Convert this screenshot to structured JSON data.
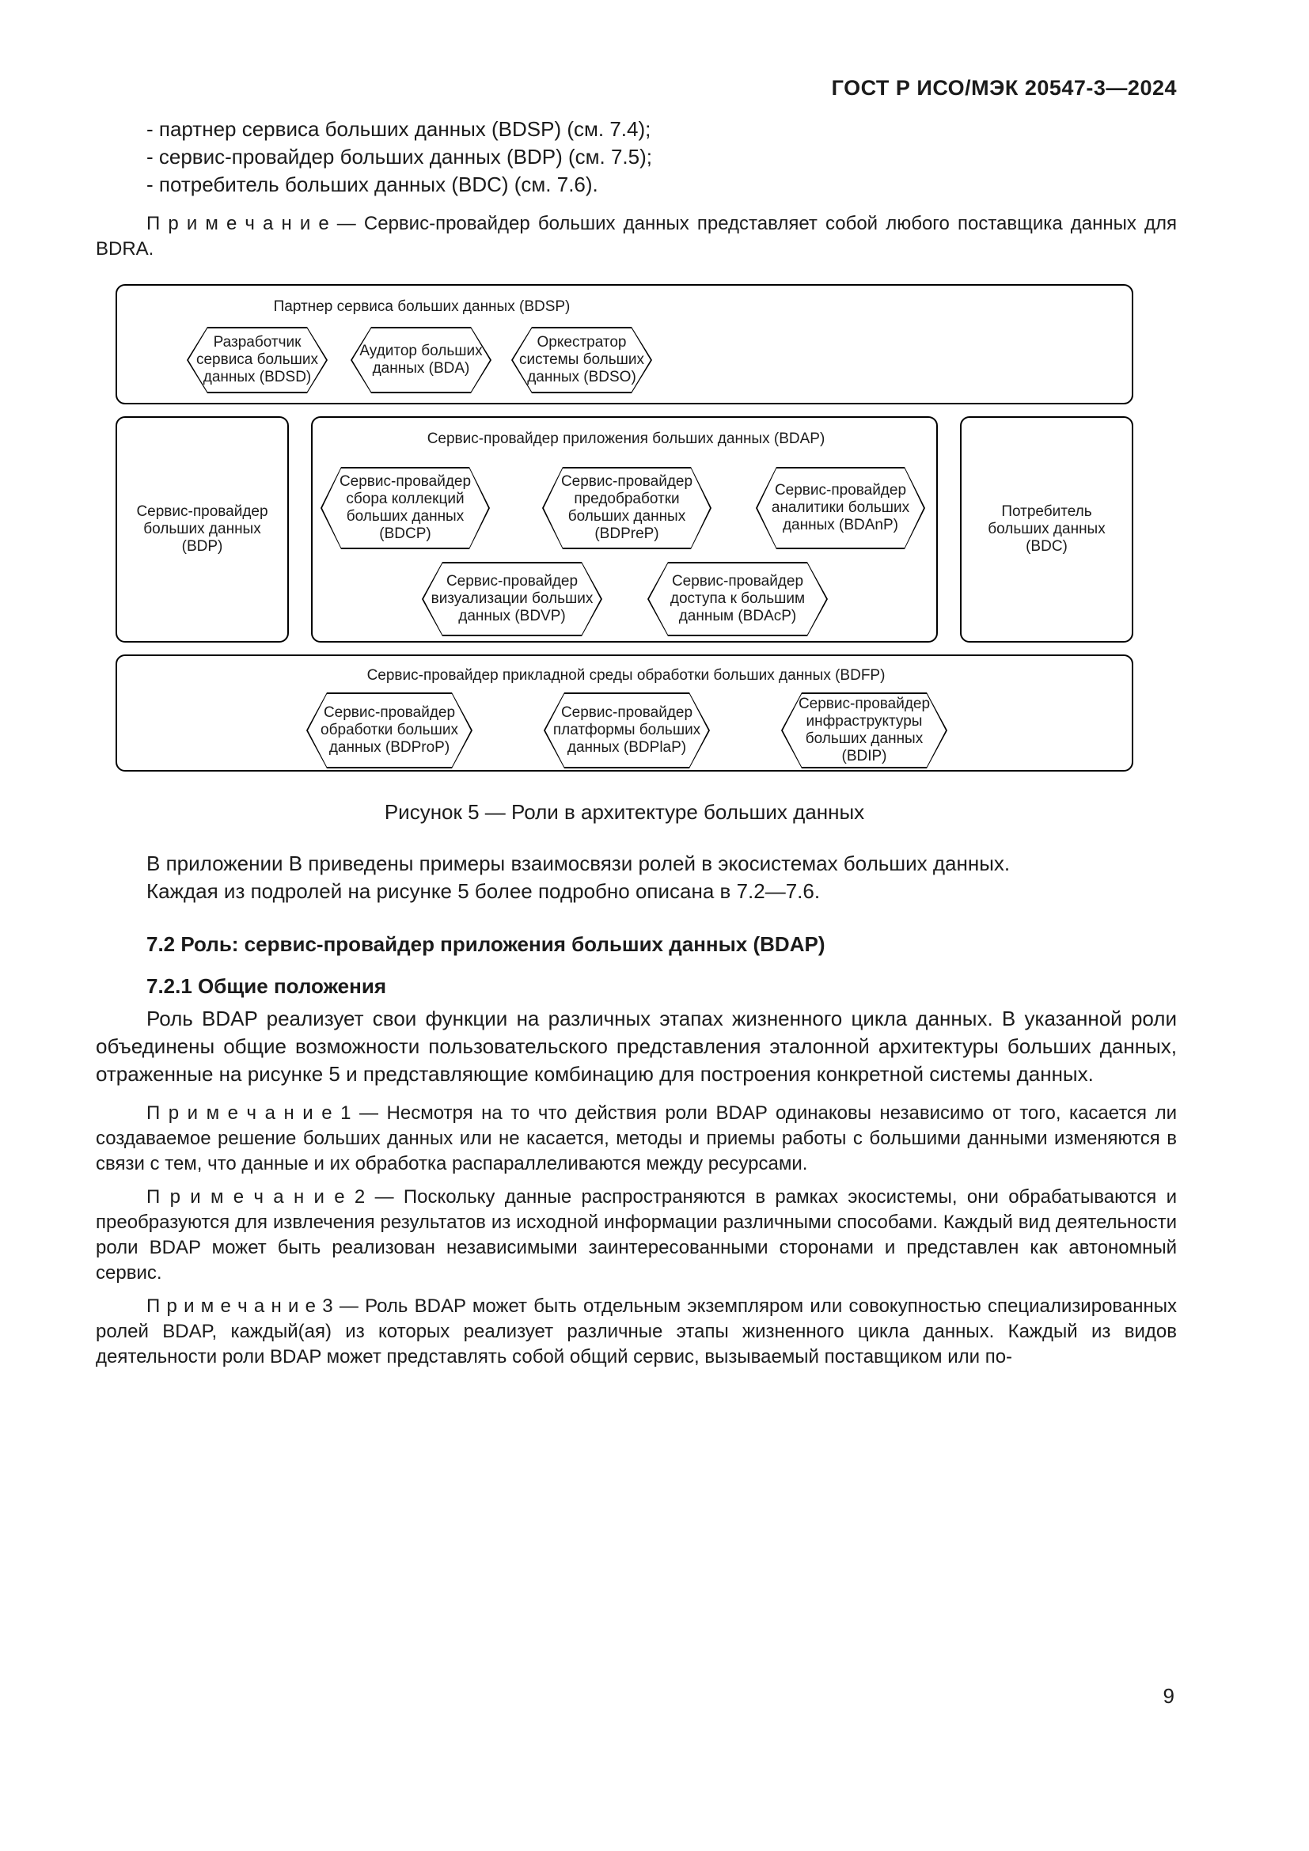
{
  "colors": {
    "paper": "#ffffff",
    "ink": "#1b1b1b",
    "diagram_line": "#000000"
  },
  "header": {
    "title": "ГОСТ Р ИСО/МЭК 20547-3—2024"
  },
  "intro": {
    "items": [
      "- партнер сервиса больших данных (BDSP) (см. 7.4);",
      "- сервис-провайдер больших данных (BDP) (см. 7.5);",
      "- потребитель больших данных (BDC) (см. 7.6)."
    ],
    "note": "П р и м е ч а н и е  —  Сервис-провайдер больших данных представляет собой любого поставщика данных для BDRA."
  },
  "figure": {
    "caption": "Рисунок 5 — Роли в архитектуре больших данных",
    "bdsp": {
      "title": "Партнер сервиса больших данных (BDSP)",
      "hexes": [
        "Разработчик\nсервиса больших\nданных (BDSD)",
        "Аудитор больших\nданных (BDA)",
        "Оркестратор\nсистемы больших\nданных (BDSO)"
      ]
    },
    "bdp": {
      "label": "Сервис-провайдер\nбольших данных\n(BDP)"
    },
    "bdap": {
      "title": "Сервис-провайдер приложения больших данных (BDAP)",
      "hexes": [
        "Сервис-провайдер\nсбора коллекций\nбольших данных\n(BDCP)",
        "Сервис-провайдер\nпредобработки\nбольших данных\n(BDPreP)",
        "Сервис-провайдер\nаналитики больших\nданных (BDAnP)",
        "Сервис-провайдер\nвизуализации больших\nданных (BDVP)",
        "Сервис-провайдер\nдоступа к большим\nданным (BDAcP)"
      ]
    },
    "bdc": {
      "label": "Потребитель\nбольших данных\n(BDC)"
    },
    "bdfp": {
      "title": "Сервис-провайдер прикладной среды обработки больших данных (BDFP)",
      "hexes": [
        "Сервис-провайдер\nобработки больших\nданных (BDProP)",
        "Сервис-провайдер\nплатформы больших\nданных (BDPlaP)",
        "Сервис-провайдер\nинфраструктуры\nбольших данных\n(BDIP)"
      ]
    }
  },
  "body": {
    "p1": "В приложении В приведены примеры взаимосвязи ролей в экосистемах больших данных.",
    "p2": "Каждая из подролей на рисунке 5 более подробно описана в 7.2—7.6.",
    "h72": "7.2 Роль: сервис-провайдер приложения больших данных (BDAP)",
    "h721": "7.2.1 Общие положения",
    "p3": "Роль BDAP реализует свои функции на различных этапах жизненного цикла данных. В указанной роли объединены общие возможности пользовательского представления эталонной архитектуры больших данных, отраженные на рисунке 5 и представляющие комбинацию для построения конкретной системы данных.",
    "note1": "П р и м е ч а н и е  1 — Несмотря на то что действия роли BDAP одинаковы независимо от того, касается ли создаваемое решение больших данных или не касается, методы и приемы работы с большими данными изменяются в связи с тем, что данные и их обработка распараллеливаются между ресурсами.",
    "note2": "П р и м е ч а н и е  2 — Поскольку данные распространяются в рамках экосистемы, они обрабатываются и преобразуются для извлечения результатов из исходной информации различными способами. Каждый вид деятельности роли BDAP может быть реализован независимыми заинтересованными сторонами и представлен как автономный сервис.",
    "note3": "П р и м е ч а н и е  3 — Роль BDAP может быть отдельным экземпляром или совокупностью специализированных ролей BDAP, каждый(ая) из которых реализует различные этапы жизненного цикла данных. Каждый из видов деятельности роли BDAP может представлять собой общий сервис, вызываемый поставщиком или по-"
  },
  "footer": {
    "page_number": "9"
  }
}
